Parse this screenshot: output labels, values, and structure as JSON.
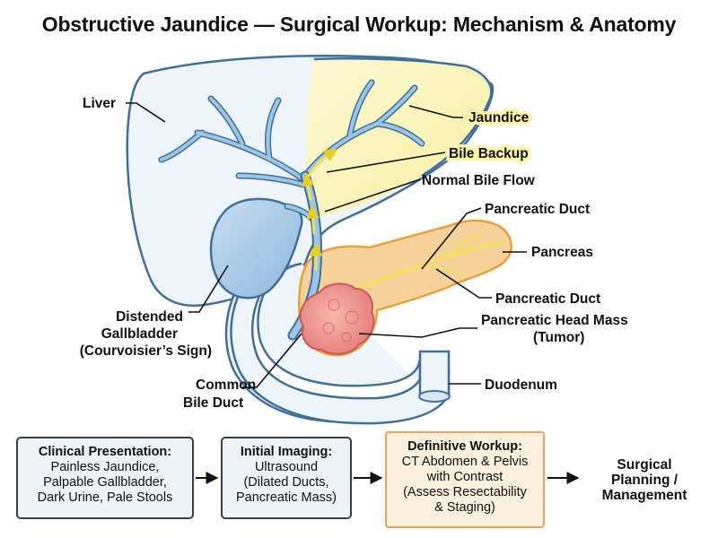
{
  "title": "Obstructive Jaundice — Surgical Workup: Mechanism & Anatomy",
  "labels": {
    "liver": "Liver",
    "jaundice": "Jaundice",
    "bile_backup": "Bile Backup",
    "normal_bile_flow": "Normal Bile Flow",
    "pancreatic_duct_upper": "Pancreatic Duct",
    "pancreas": "Pancreas",
    "pancreatic_duct_lower": "Pancreatic Duct",
    "mass": [
      "Pancreatic Head Mass",
      "(Tumor)"
    ],
    "gallbladder": [
      "Distended",
      "Gallbladder",
      "(Courvoisier’s Sign)"
    ],
    "cbd": [
      "Common",
      "Bile Duct"
    ],
    "duodenum": "Duodenum"
  },
  "workflow": {
    "clinical": {
      "heading": "Clinical Presentation:",
      "lines": [
        "Painless Jaundice,",
        "Palpable Gallbladder,",
        "Dark Urine, Pale Stools"
      ]
    },
    "initial": {
      "heading": "Initial Imaging:",
      "lines": [
        "Ultrasound",
        "(Dilated Ducts,",
        "Pancreatic Mass)"
      ]
    },
    "definitive": {
      "heading": "Definitive Workup:",
      "lines": [
        "CT Abdomen & Pelvis",
        "with Contrast",
        "(Assess Resectability",
        "& Staging)"
      ]
    },
    "final": [
      "Surgical",
      "Planning /",
      "Management"
    ]
  },
  "colors": {
    "liver_fill": "#eef4fa",
    "jaundice_fill": "#fbf7c9",
    "outline": "#3f6f9a",
    "duct": "#9cc6e6",
    "bile_arrow": "#f2e25a",
    "pancreas_fill": "#f6d29b",
    "tumor_fill": "#f09a95",
    "definitive_border": "#e8a457"
  }
}
